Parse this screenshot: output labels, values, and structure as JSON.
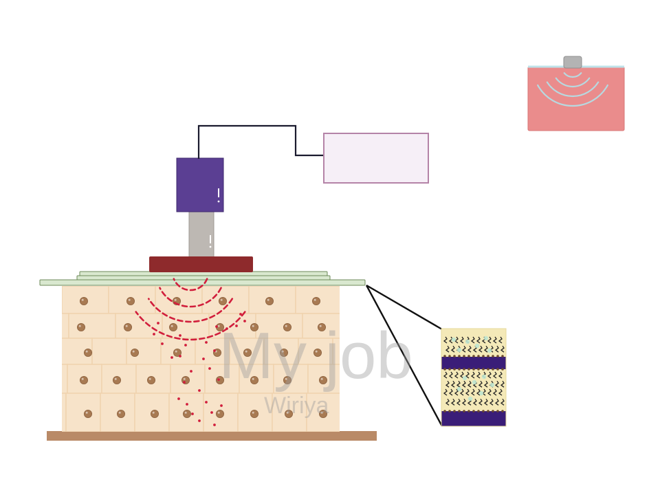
{
  "diagram": {
    "colors": {
      "background": "#ffffff",
      "skin_cell": "#f7e3c9",
      "skin_cell_border": "#efd2ad",
      "nucleus": "#a87a52",
      "base_plate": "#b98a67",
      "transducer_body": "#5b3f93",
      "horn": "#bdb8b3",
      "coupling_pad": "#8e2a2c",
      "glass_layer": "#d9e8cf",
      "glass_border": "#6d8a5a",
      "wave": "#d11e3c",
      "generator_fill": "#f6eff7",
      "generator_border": "#b483a7",
      "cable": "#1a1a2e",
      "lipid_bg": "#f4e9b8",
      "lipid_band": "#3a1d78",
      "lipid_tail": "#222222",
      "lipid_dot": "#bfe6d0",
      "inset_tissue": "#ea8c8c",
      "inset_wave": "#b7d9e0"
    },
    "icons": {
      "transducer": "ultrasound-transducer-icon",
      "generator": "signal-generator-box",
      "inset": "ultrasound-on-tissue-icon"
    }
  },
  "watermark": {
    "main": "My job",
    "sub": "Wiriya"
  }
}
